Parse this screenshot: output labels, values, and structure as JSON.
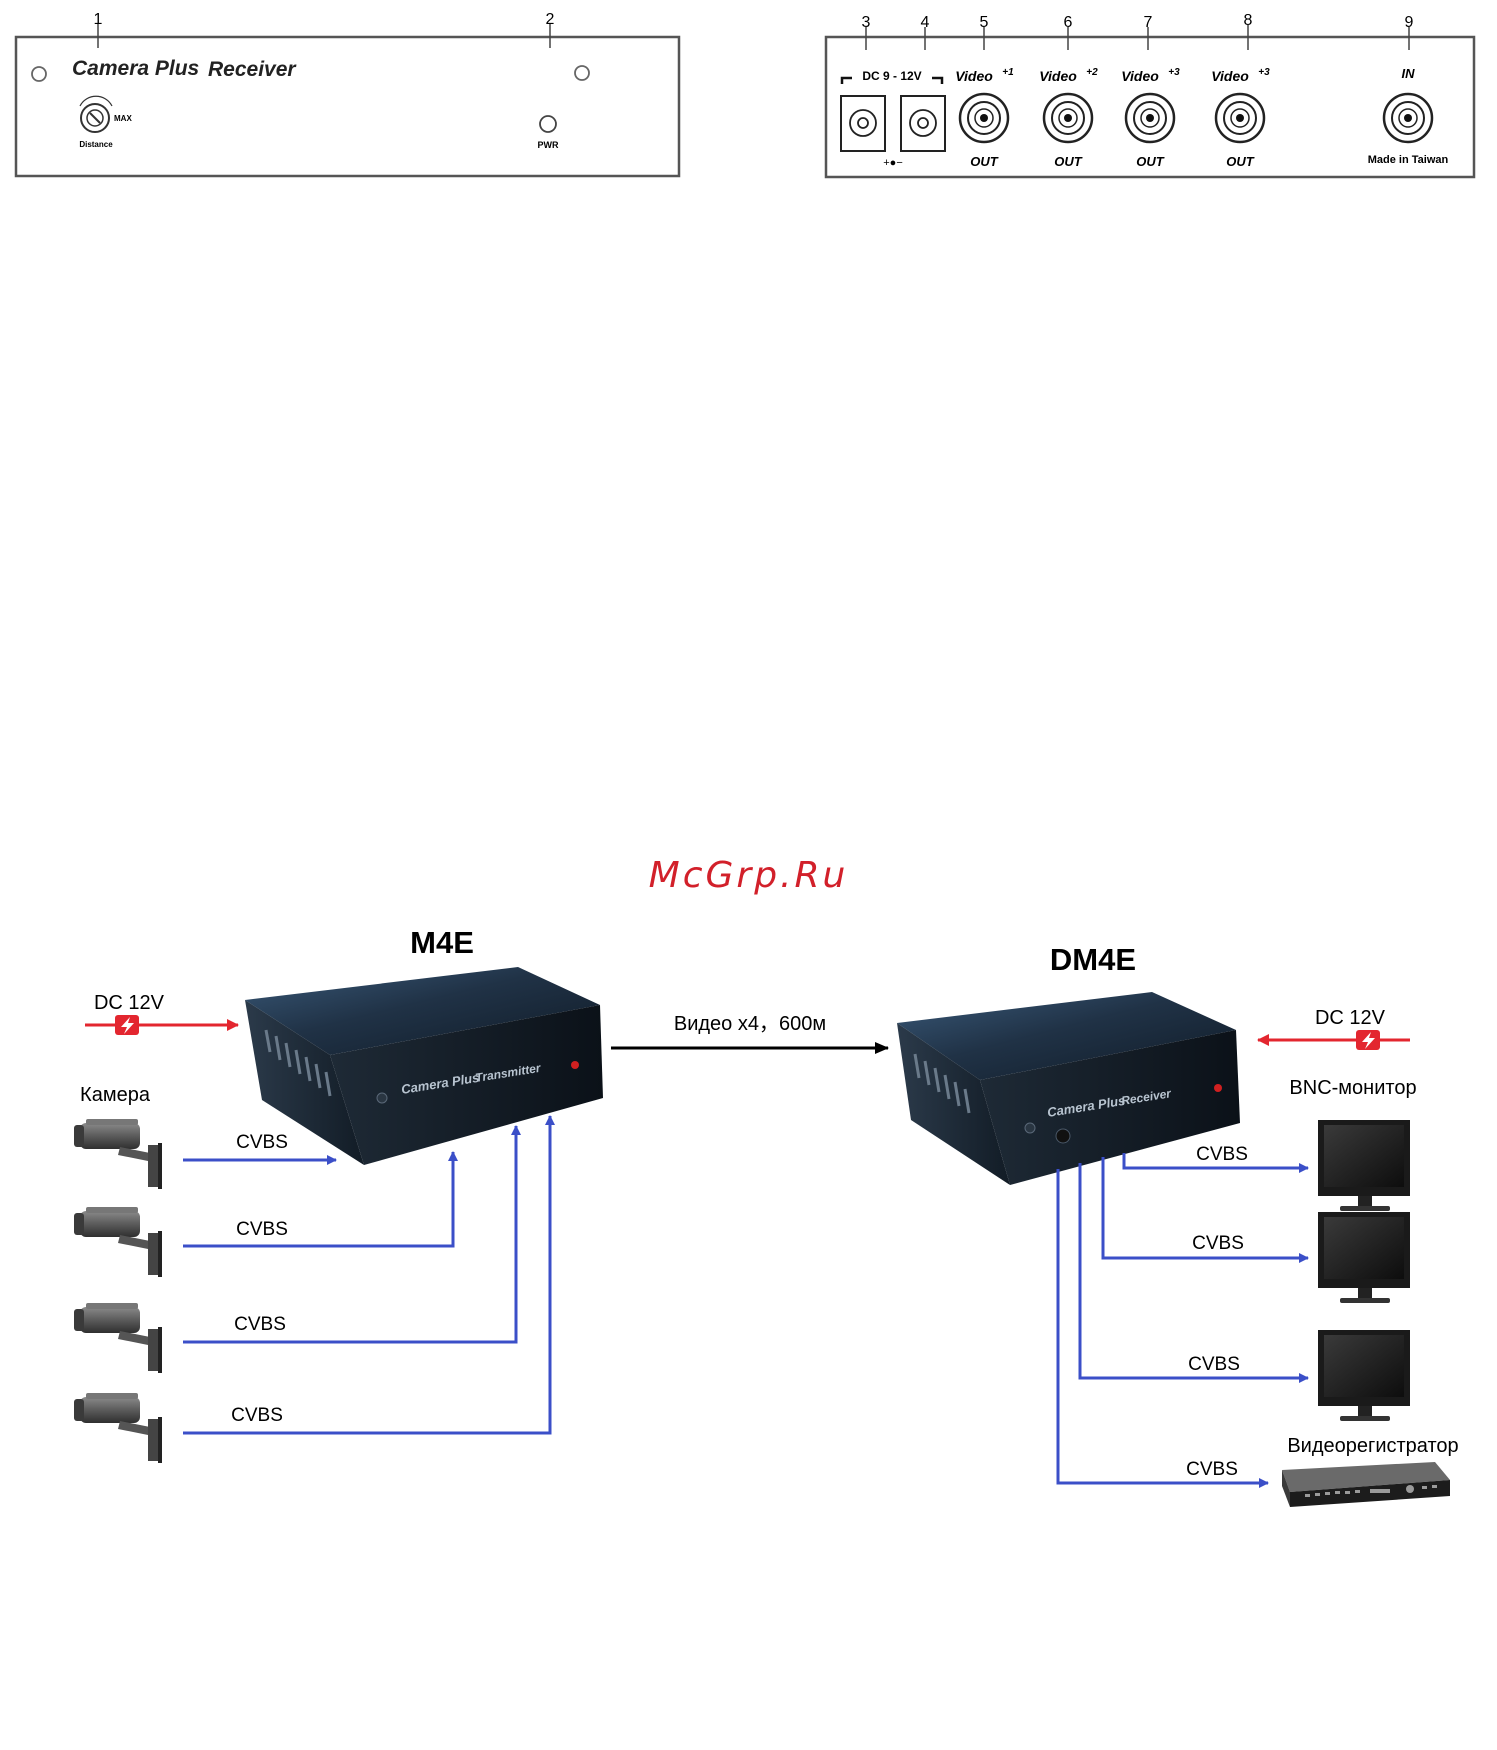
{
  "front_panel": {
    "callouts": [
      "1",
      "2"
    ],
    "brand": "Camera Plus",
    "model": "Receiver",
    "knob_max": "MAX",
    "knob_label": "Distance",
    "led_label": "PWR"
  },
  "rear_panel": {
    "callouts": [
      "3",
      "4",
      "5",
      "6",
      "7",
      "8",
      "9"
    ],
    "dc_label": "DC 9 - 12V",
    "polarity": "+●−",
    "video_outputs": [
      {
        "label": "Video",
        "sup": "+1",
        "sub": "OUT"
      },
      {
        "label": "Video",
        "sup": "+2",
        "sub": "OUT"
      },
      {
        "label": "Video",
        "sup": "+3",
        "sub": "OUT"
      },
      {
        "label": "Video",
        "sup": "+3",
        "sub": "OUT"
      }
    ],
    "input_label": "IN",
    "made_in": "Made in Taiwan"
  },
  "watermark": "McGrp.Ru",
  "diagram": {
    "transmitter": {
      "title": "M4E",
      "brand": "Camera Plus",
      "model": "Transmitter"
    },
    "receiver": {
      "title": "DM4E",
      "brand": "Camera Plus",
      "model": "Receiver"
    },
    "power_left": "DC 12V",
    "power_right": "DC 12V",
    "link_label": "Видео x4，600м",
    "camera_label": "Камера",
    "monitor_label": "BNC-монитор",
    "recorder_label": "Видеорегистратор",
    "signal_labels": [
      "CVBS",
      "CVBS",
      "CVBS",
      "CVBS",
      "CVBS",
      "CVBS",
      "CVBS",
      "CVBS"
    ],
    "colors": {
      "power": "#e3262f",
      "signal": "#3b4fc8",
      "link": "#000000"
    }
  }
}
